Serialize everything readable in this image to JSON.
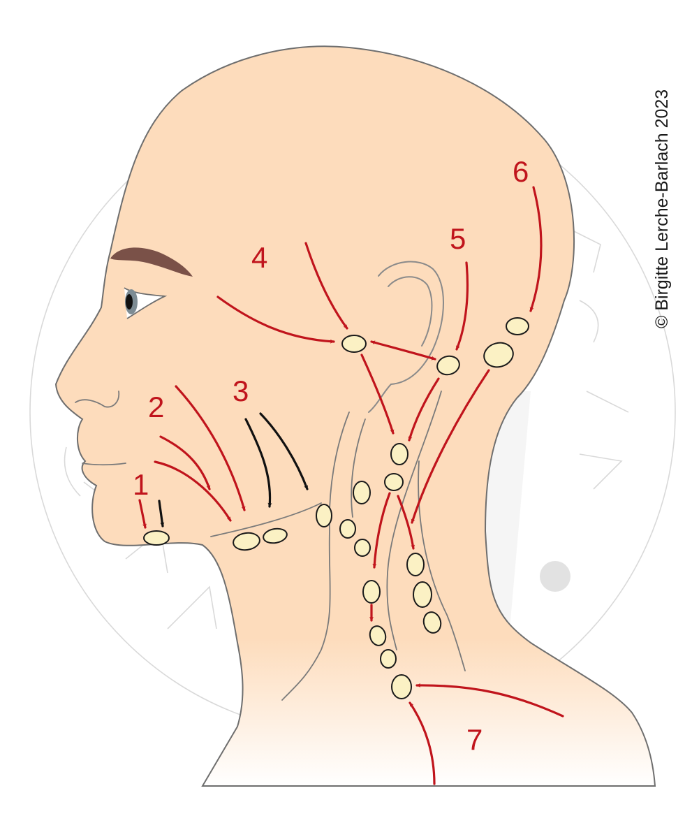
{
  "credit": "© Birgitte Lerche-Barlach 2023",
  "labels": {
    "n1": "1",
    "n2": "2",
    "n3": "3",
    "n4": "4",
    "n5": "5",
    "n6": "6",
    "n7": "7"
  },
  "colors": {
    "skin": "#fddcbc",
    "lymph_node": "#fbf1c4",
    "red_arrow": "#c0141c",
    "black_arrow": "#111111",
    "eyebrow": "#7a5148"
  }
}
